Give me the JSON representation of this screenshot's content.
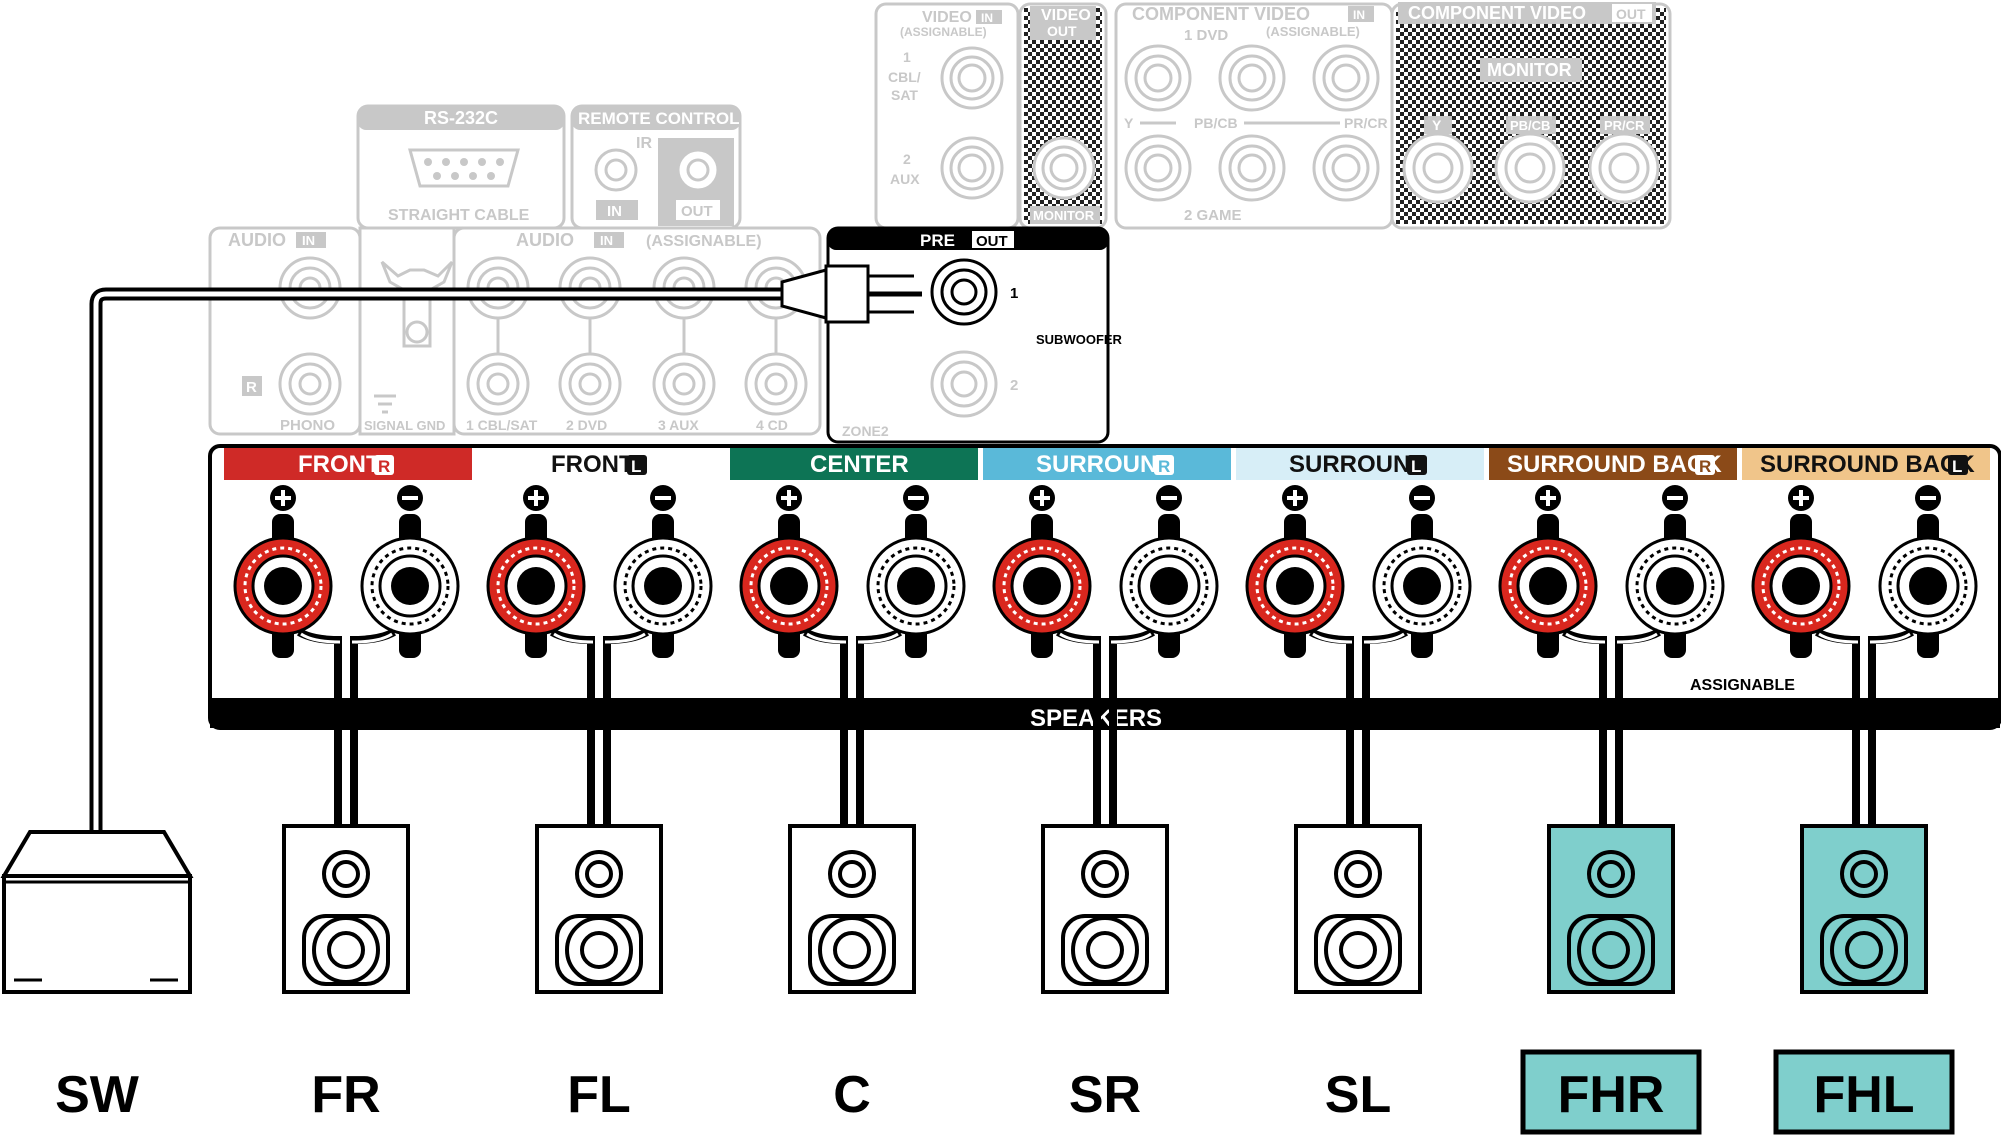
{
  "panel": {
    "video_in_title": "VIDEO",
    "video_in_tag": "IN",
    "video_in_sub": "(ASSIGNABLE)",
    "video_in_1": "1",
    "video_in_1_name": "CBL/",
    "video_in_1_name2": "SAT",
    "video_in_2": "2",
    "video_in_2_name": "AUX",
    "video_out_title": "VIDEO",
    "video_out_tag": "OUT",
    "video_out_monitor": "MONITOR",
    "comp_in_title": "COMPONENT VIDEO",
    "comp_in_tag": "IN",
    "comp_in_sub": "(ASSIGNABLE)",
    "comp_in_1": "1 DVD",
    "comp_in_2": "2 GAME",
    "comp_y": "Y",
    "comp_pb": "PB/CB",
    "comp_pr": "PR/CR",
    "comp_out_title": "COMPONENT VIDEO",
    "comp_out_tag": "OUT",
    "comp_out_monitor": "MONITOR",
    "rs232_title": "RS-232C",
    "rs232_sub": "STRAIGHT CABLE",
    "remote_title": "REMOTE CONTROL",
    "remote_ir": "IR",
    "remote_in": "IN",
    "remote_out": "OUT",
    "audio_in_title": "AUDIO",
    "audio_in_tag": "IN",
    "audio_r": "R",
    "phono": "PHONO",
    "signal_gnd": "SIGNAL GND",
    "audio2_title": "AUDIO",
    "audio2_tag": "IN",
    "audio2_sub": "(ASSIGNABLE)",
    "audio2_1": "1 CBL/SAT",
    "audio2_2": "2 DVD",
    "audio2_3": "3 AUX",
    "audio2_4": "4 CD",
    "zone2": "ZONE2",
    "pre_title": "PRE",
    "pre_tag": "OUT",
    "pre_1": "1",
    "pre_2": "2",
    "pre_sub": "SUBWOOFER",
    "speakers_title": "SPEAKERS",
    "assignable": "ASSIGNABLE"
  },
  "terminals": [
    {
      "label": "FRONT",
      "ch": "R",
      "bg": "#cf2a27",
      "fg": "#ffffff",
      "badge_bg": "#ffffff",
      "badge_fg": "#cf2a27"
    },
    {
      "label": "FRONT",
      "ch": "L",
      "bg": "#ffffff",
      "fg": "#111111",
      "badge_bg": "#111111",
      "badge_fg": "#ffffff"
    },
    {
      "label": "CENTER",
      "ch": "",
      "bg": "#0d7455",
      "fg": "#ffffff",
      "badge_bg": "",
      "badge_fg": ""
    },
    {
      "label": "SURROUND",
      "ch": "R",
      "bg": "#5ab9d9",
      "fg": "#ffffff",
      "badge_bg": "#ffffff",
      "badge_fg": "#5ab9d9"
    },
    {
      "label": "SURROUND",
      "ch": "L",
      "bg": "#d7eef7",
      "fg": "#111111",
      "badge_bg": "#111111",
      "badge_fg": "#ffffff"
    },
    {
      "label": "SURROUND BACK",
      "ch": "R",
      "bg": "#8b4a18",
      "fg": "#ffffff",
      "badge_bg": "#ffffff",
      "badge_fg": "#8b4a18"
    },
    {
      "label": "SURROUND BACK",
      "ch": "L",
      "bg": "#f0c58a",
      "fg": "#111111",
      "badge_bg": "#111111",
      "badge_fg": "#ffffff"
    }
  ],
  "speakers": [
    {
      "code": "FR",
      "highlight": false
    },
    {
      "code": "FL",
      "highlight": false
    },
    {
      "code": "C",
      "highlight": false
    },
    {
      "code": "SR",
      "highlight": false
    },
    {
      "code": "SL",
      "highlight": false
    },
    {
      "code": "FHR",
      "highlight": true
    },
    {
      "code": "FHL",
      "highlight": true
    }
  ],
  "subwoofer": {
    "code": "SW"
  },
  "colors": {
    "ghost": "#c8c8c8",
    "red_post": "#d9271e",
    "highlight": "#7fcfcc",
    "ink": "#000000"
  }
}
